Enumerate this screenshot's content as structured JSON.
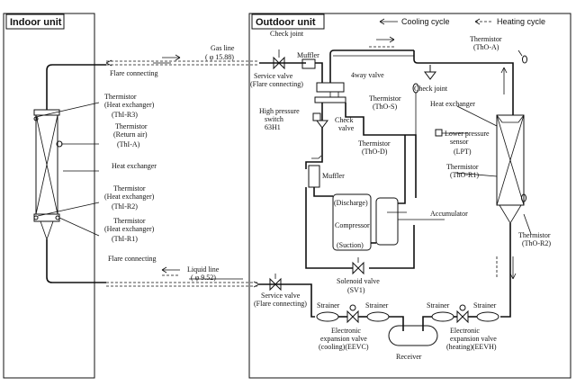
{
  "units": {
    "indoor": "Indoor unit",
    "outdoor": "Outdoor unit"
  },
  "legend": {
    "cooling": "Cooling cycle",
    "heating": "Heating cycle"
  },
  "labels": {
    "check_joint_top": "Check joint",
    "muffler_top": "Muffler",
    "service_valve_gas_1": "Service valve",
    "service_valve_gas_2": "(Flare connecting)",
    "gas_line_1": "Gas line",
    "gas_line_2": "( φ 15.88)",
    "flare_gas": "Flare connecting",
    "four_way": "4way valve",
    "thermistor_tho_a_1": "Thermistor",
    "thermistor_tho_a_2": "(ThO-A)",
    "check_joint_right": "Check joint",
    "thermistor_tho_s_1": "Thermistor",
    "thermistor_tho_s_2": "(ThO-S)",
    "high_pressure_1": "High pressure",
    "high_pressure_2": "switch",
    "high_pressure_3": "63H1",
    "check_valve_1": "Check",
    "check_valve_2": "valve",
    "heat_exchanger_out": "Heat exchanger",
    "lower_pressure_1": "Lower pressure",
    "lower_pressure_2": "sensor",
    "lower_pressure_3": "(LPT)",
    "thermistor_tho_d_1": "Thermistor",
    "thermistor_tho_d_2": "(ThO-D)",
    "thermistor_tho_r1_1": "Thermistor",
    "thermistor_tho_r1_2": "(ThO-R1)",
    "muffler_mid": "Muffler",
    "discharge": "(Discharge)",
    "compressor": "Compressor",
    "suction": "(Suction)",
    "accumulator": "Accumulator",
    "thermistor_tho_r2_1": "Thermistor",
    "thermistor_tho_r2_2": "(ThO-R2)",
    "thi_r3_1": "Thermistor",
    "thi_r3_2": "(Heat exchanger)",
    "thi_r3_3": "(ThI-R3)",
    "thi_a_1": "Thermistor",
    "thi_a_2": "(Return air)",
    "thi_a_3": "(ThI-A)",
    "heat_exchanger_in": "Heat exchanger",
    "thi_r2_1": "Thermistor",
    "thi_r2_2": "(Heat exchanger)",
    "thi_r2_3": "(ThI-R2)",
    "thi_r1_1": "Thermistor",
    "thi_r1_2": "(Heat exchanger)",
    "thi_r1_3": "(ThI-R1)",
    "flare_liquid": "Flare connecting",
    "liquid_line_1": "Liquid line",
    "liquid_line_2": "( φ 9.52)",
    "service_valve_liq_1": "Service valve",
    "service_valve_liq_2": "(Flare connecting)",
    "solenoid_1": "Solenoid valve",
    "solenoid_2": "(SV1)",
    "strainer_1": "Strainer",
    "strainer_2": "Strainer",
    "strainer_3": "Strainer",
    "strainer_4": "Strainer",
    "eevc_1": "Electronic",
    "eevc_2": "expansion valve",
    "eevc_3": "(cooling)(EEVC)",
    "receiver": "Receiver",
    "eevh_1": "Electronic",
    "eevh_2": "expansion valve",
    "eevh_3": "(heating)(EEVH)"
  }
}
